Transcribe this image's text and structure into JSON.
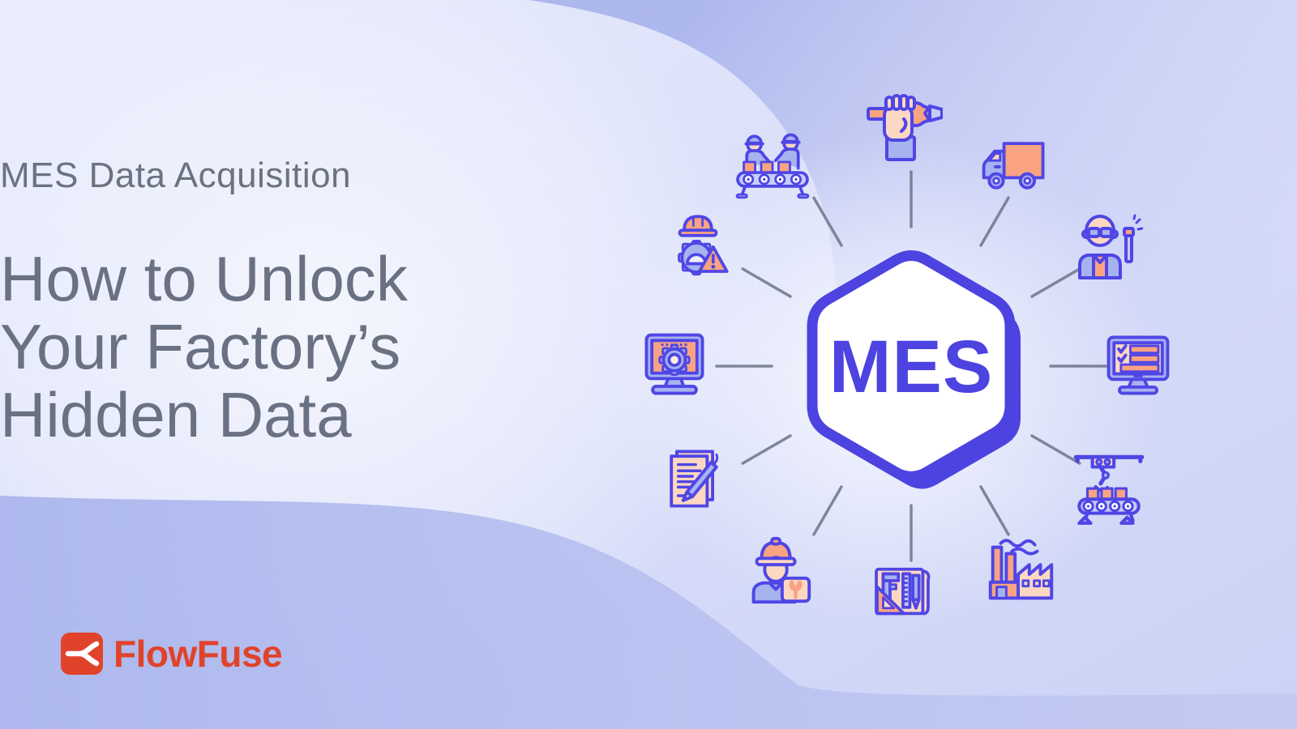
{
  "kicker": "MES Data Acquisition",
  "headline_lines": [
    "How to Unlock",
    "Your Factory’s",
    "Hidden Data"
  ],
  "brand": {
    "wordmark": "FlowFuse"
  },
  "diagram": {
    "hub_label": "MES",
    "spoke_count": 12,
    "icons": [
      {
        "name": "hand-holding-wrench-icon",
        "symbol": "hand-wrench"
      },
      {
        "name": "delivery-truck-icon",
        "symbol": "truck"
      },
      {
        "name": "welder-icon",
        "symbol": "welder"
      },
      {
        "name": "checklist-monitor-icon",
        "symbol": "monitor-checklist"
      },
      {
        "name": "robotic-arm-conveyor-icon",
        "symbol": "robot-conveyor"
      },
      {
        "name": "factory-icon",
        "symbol": "factory"
      },
      {
        "name": "drafting-tools-icon",
        "symbol": "blueprint"
      },
      {
        "name": "maintenance-worker-icon",
        "symbol": "worker-wrench"
      },
      {
        "name": "document-signing-icon",
        "symbol": "document-pen"
      },
      {
        "name": "gear-monitor-icon",
        "symbol": "monitor-gear"
      },
      {
        "name": "safety-gear-warning-icon",
        "symbol": "safety-gear"
      },
      {
        "name": "assembly-line-workers-icon",
        "symbol": "workers-conveyor"
      }
    ]
  },
  "colors": {
    "accent_indigo": "#4f46e5",
    "salmon": "#f9a383",
    "peach": "#fcd8c3",
    "periwinkle": "#a7b2f0",
    "brand_orange": "#e0432a",
    "heading_gray": "#6a7182",
    "background_lavender": "#dfe4fa",
    "wave_lavender": "#aeb8ee"
  }
}
